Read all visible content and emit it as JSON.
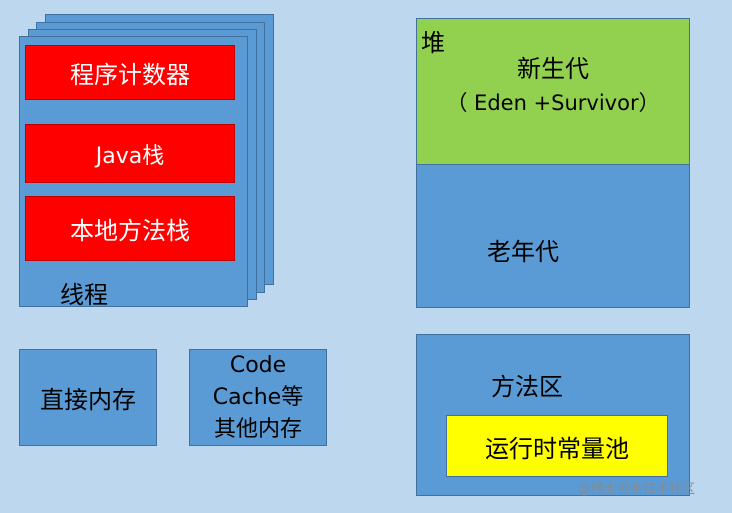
{
  "thread": {
    "label": "线程",
    "program_counter": "程序计数器",
    "java_stack": "Java栈",
    "native_stack": "本地方法栈"
  },
  "direct_memory": {
    "label": "直接内存"
  },
  "code_cache": {
    "label_line1": "Code",
    "label_line2": "Cache等",
    "label_line3": "其他内存"
  },
  "heap": {
    "label": "堆",
    "young_gen": "新生代",
    "young_gen_detail": "（ Eden +Survivor）",
    "old_gen": "老年代"
  },
  "method_area": {
    "label": "方法区",
    "constant_pool": "运行时常量池"
  },
  "watermark": "@稀土掘金技术社区",
  "colors": {
    "background": "#bdd7ee",
    "blue": "#5b9bd5",
    "red": "#ff0000",
    "green": "#92d050",
    "yellow": "#ffff00"
  }
}
